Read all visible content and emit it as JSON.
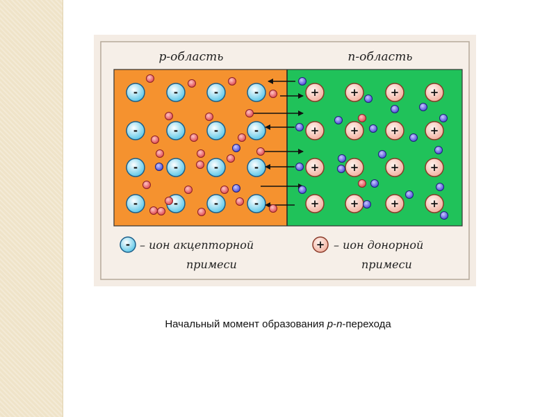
{
  "figure": {
    "p_region_title": "p-область",
    "n_region_title": "n-область",
    "colors": {
      "p_region": "#f5922f",
      "n_region": "#20c25a",
      "acceptor_ion": "#6fd0ea",
      "donor_ion": "#f7c3b4",
      "hole": "#e86a6c",
      "electron": "#6f6fe0"
    },
    "acceptor_ion_sign": "-",
    "donor_ion_sign": "+",
    "legend": {
      "acceptor_line1": "– ион акцепторной",
      "acceptor_line2": "примеси",
      "donor_line1": "– ион донорной",
      "donor_line2": "примеси"
    }
  },
  "caption": {
    "before": "Начальный момент образования ",
    "italic_p": "p",
    "dash": "-",
    "italic_n": "n",
    "after": "-перехода"
  }
}
